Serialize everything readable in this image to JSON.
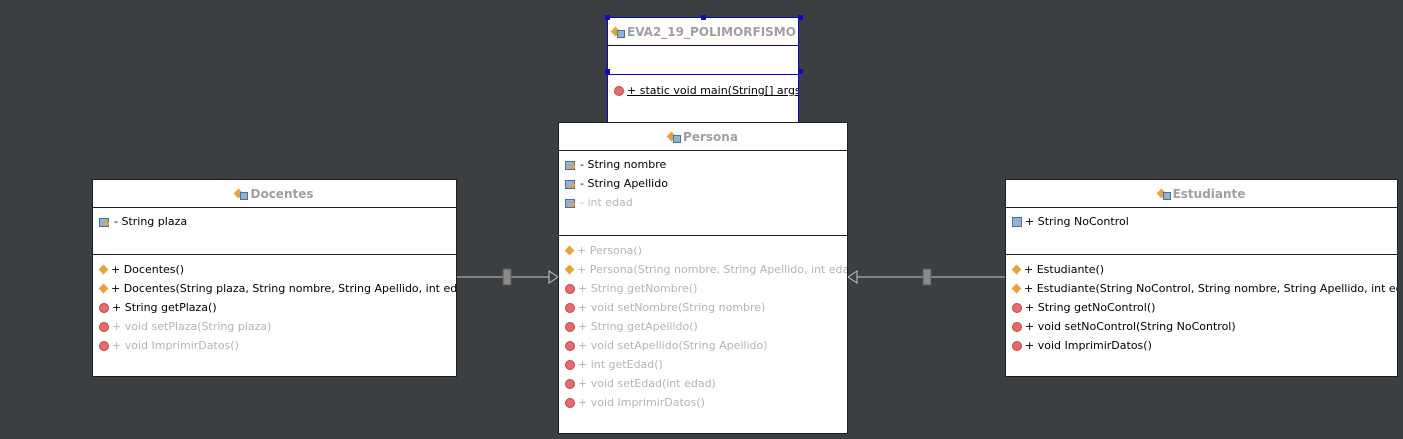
{
  "classes": {
    "main": {
      "name": "EVA2_19_POLIMORFISMO",
      "methods": [
        {
          "text": "+ static void main(String[] args",
          "dim": false
        }
      ]
    },
    "persona": {
      "name": "Persona",
      "attributes": [
        {
          "text": "- String nombre",
          "dim": false
        },
        {
          "text": "- String Apellido",
          "dim": false
        },
        {
          "text": "- int edad",
          "dim": true
        }
      ],
      "methods": [
        {
          "text": "+ Persona()",
          "dim": true,
          "kind": "ctor"
        },
        {
          "text": "+ Persona(String nombre, String Apellido, int eda",
          "dim": true,
          "kind": "ctor"
        },
        {
          "text": "+ String getNombre()",
          "dim": true,
          "kind": "method"
        },
        {
          "text": "+ void setNombre(String nombre)",
          "dim": true,
          "kind": "method"
        },
        {
          "text": "+ String getApellido()",
          "dim": true,
          "kind": "method"
        },
        {
          "text": "+ void setApellido(String Apellido)",
          "dim": true,
          "kind": "method"
        },
        {
          "text": "+ int getEdad()",
          "dim": true,
          "kind": "method"
        },
        {
          "text": "+ void setEdad(int edad)",
          "dim": true,
          "kind": "method"
        },
        {
          "text": "+ void ImprimirDatos()",
          "dim": true,
          "kind": "method"
        }
      ]
    },
    "docentes": {
      "name": "Docentes",
      "attributes": [
        {
          "text": "- String plaza",
          "dim": false
        }
      ],
      "methods": [
        {
          "text": "+ Docentes()",
          "dim": false,
          "kind": "ctor"
        },
        {
          "text": "+ Docentes(String plaza, String nombre, String Apellido, int eda",
          "dim": false,
          "kind": "ctor"
        },
        {
          "text": "+ String getPlaza()",
          "dim": false,
          "kind": "method"
        },
        {
          "text": "+ void setPlaza(String plaza)",
          "dim": true,
          "kind": "method"
        },
        {
          "text": "+ void ImprimirDatos()",
          "dim": true,
          "kind": "method"
        }
      ]
    },
    "estudiante": {
      "name": "Estudiante",
      "attributes": [
        {
          "text": "+ String NoControl",
          "dim": false
        }
      ],
      "methods": [
        {
          "text": "+ Estudiante()",
          "dim": false,
          "kind": "ctor"
        },
        {
          "text": "+ Estudiante(String NoControl, String nombre, String Apellido, int ed",
          "dim": false,
          "kind": "ctor"
        },
        {
          "text": "+ String getNoControl()",
          "dim": false,
          "kind": "method"
        },
        {
          "text": "+ void setNoControl(String NoControl)",
          "dim": false,
          "kind": "method"
        },
        {
          "text": "+ void ImprimirDatos()",
          "dim": false,
          "kind": "method"
        }
      ]
    }
  },
  "colors": {
    "canvas": "#3c3f41",
    "selection": "#0a0ac8",
    "dim_text": "#b4b4b4",
    "edge": "#c8c8c8"
  }
}
